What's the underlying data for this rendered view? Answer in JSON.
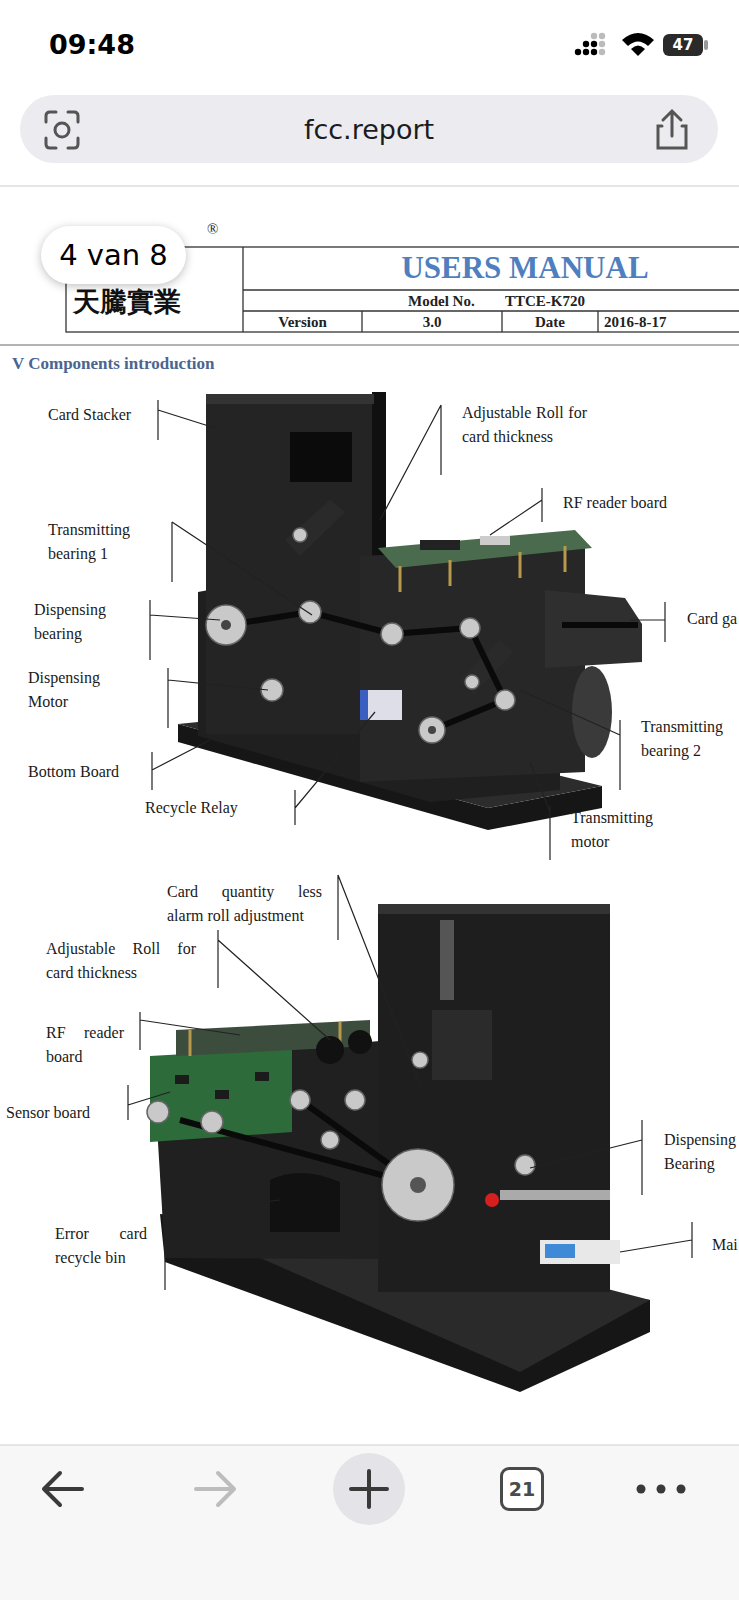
{
  "diagram": {
    "nodes": [
      {
        "text": [
          "fcc.report"
        ]
      },
      {
        "text": [
          "4 van 8"
        ]
      },
      {
        "text": [
          "21"
        ]
      }
    ],
    "labels": [
      "09:48",
      "47",
      "®",
      "天騰實業",
      "USERS MANUAL",
      "Model No.",
      "TTCE-K720",
      "Version",
      "3.0",
      "Date",
      "2016-8-17",
      "V Components introduction",
      "Card Stacker",
      "Adjustable Roll for card thickness",
      "RF reader board",
      "Transmitting bearing 1",
      "Card ga",
      "Dispensing bearing",
      "Dispensing Motor",
      "Transmitting bearing 2",
      "Bottom Board",
      "Recycle Relay",
      "Transmitting motor",
      "Card quantity less alarm roll adjustment",
      "Adjustable Roll for card thickness",
      "RF reader board",
      "Sensor board",
      "Dispensing Bearing",
      "Mai",
      "Error card recycle bin"
    ]
  }
}
